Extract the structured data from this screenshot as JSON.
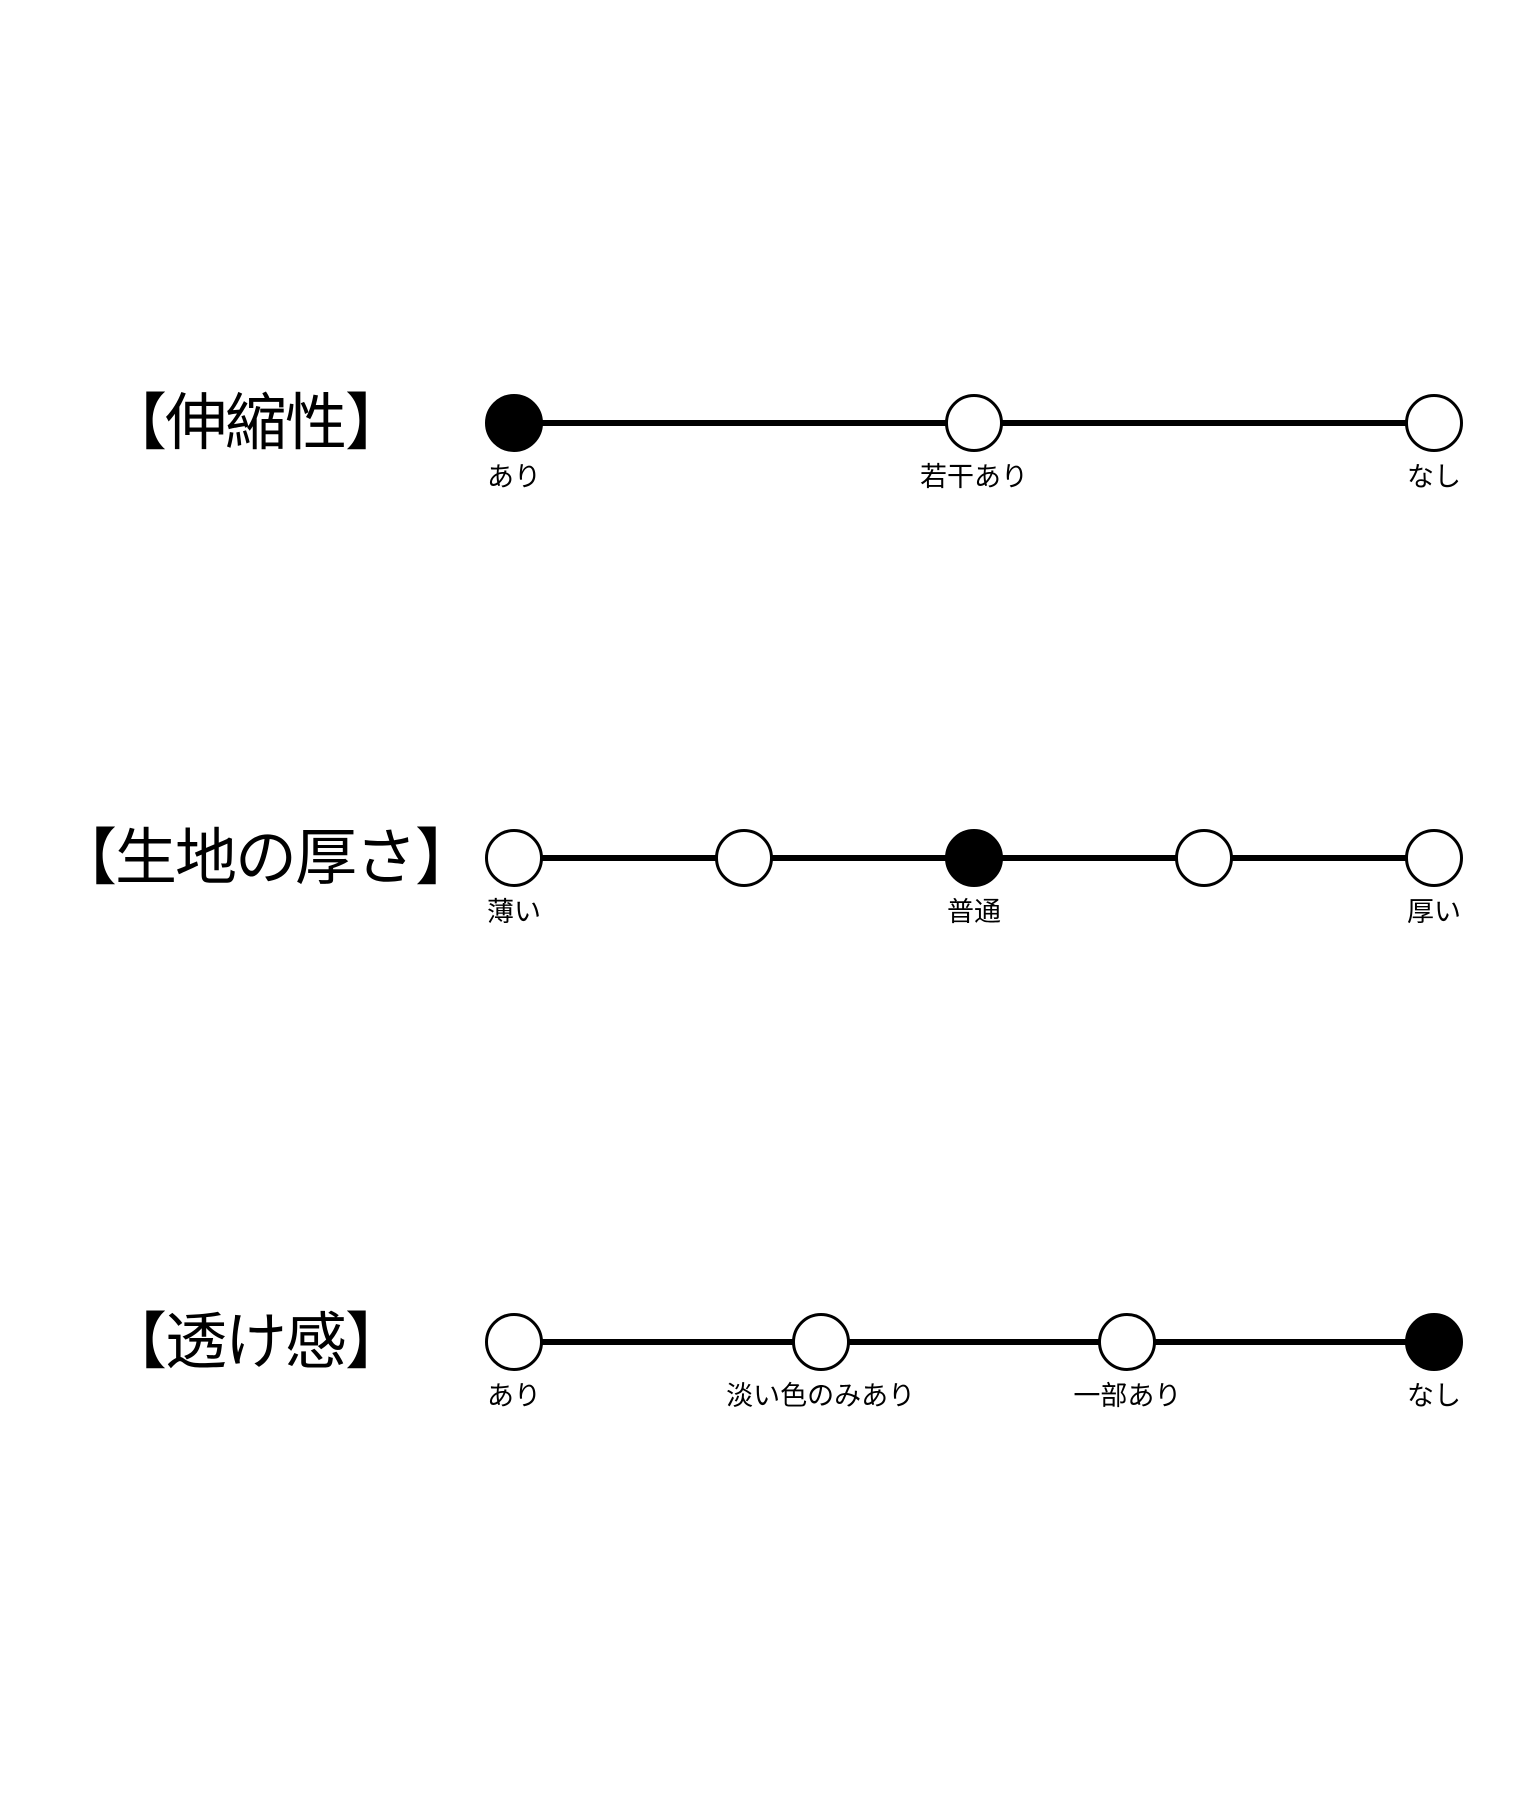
{
  "scales": [
    {
      "title": "【伸縮性】",
      "points": 3,
      "selected": 0,
      "labels": [
        {
          "index": 0,
          "text": "あり"
        },
        {
          "index": 1,
          "text": "若干あり"
        },
        {
          "index": 2,
          "text": "なし"
        }
      ]
    },
    {
      "title": "【生地の厚さ】",
      "points": 5,
      "selected": 2,
      "labels": [
        {
          "index": 0,
          "text": "薄い"
        },
        {
          "index": 2,
          "text": "普通"
        },
        {
          "index": 4,
          "text": "厚い"
        }
      ]
    },
    {
      "title": "【透け感】",
      "points": 4,
      "selected": 3,
      "labels": [
        {
          "index": 0,
          "text": "あり"
        },
        {
          "index": 1,
          "text": "淡い色のみあり"
        },
        {
          "index": 2,
          "text": "一部あり"
        },
        {
          "index": 3,
          "text": "なし"
        }
      ]
    }
  ]
}
